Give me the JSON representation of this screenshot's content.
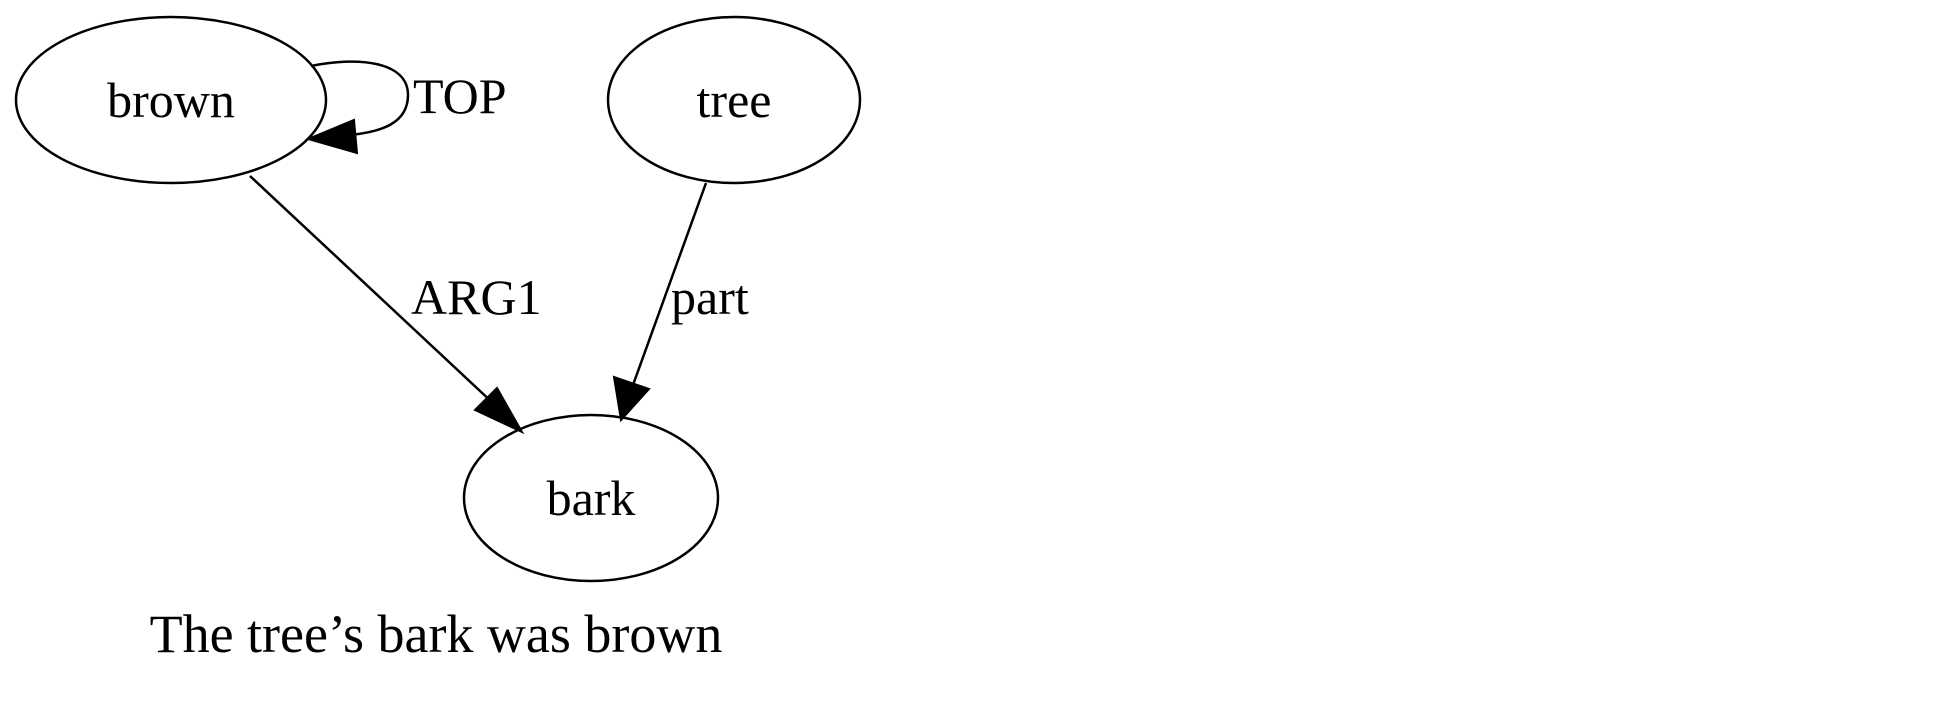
{
  "nodes": {
    "brown": "brown",
    "tree": "tree",
    "bark": "bark"
  },
  "edges": {
    "top": {
      "label": "TOP",
      "from": "brown",
      "to": "brown"
    },
    "arg1": {
      "label": "ARG1",
      "from": "brown",
      "to": "bark"
    },
    "part": {
      "label": "part",
      "from": "tree",
      "to": "bark"
    }
  },
  "caption": "The tree’s bark was brown"
}
